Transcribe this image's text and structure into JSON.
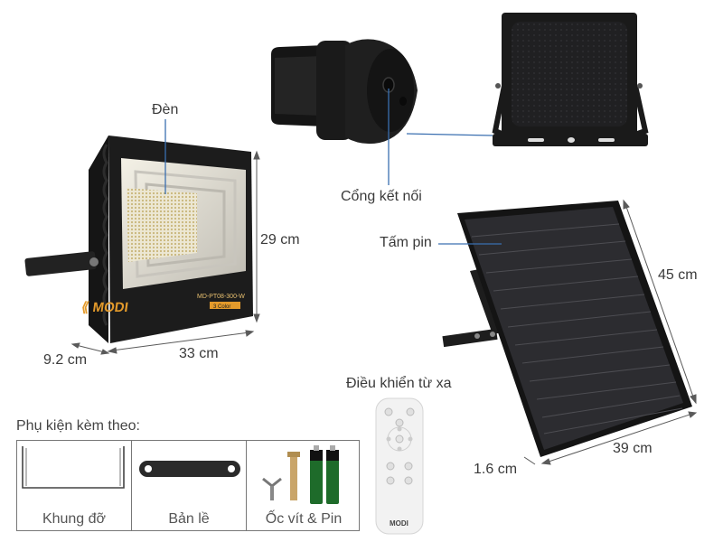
{
  "labels": {
    "den": "Đèn",
    "cong_ket_noi": "Cổng kết nối",
    "tam_pin": "Tấm pin",
    "dieu_khien": "Điều khiển từ xa",
    "phu_kien": "Phụ kiện kèm theo:"
  },
  "dimensions": {
    "light_height": "29 cm",
    "light_width": "33 cm",
    "light_depth": "9.2 cm",
    "panel_height": "45 cm",
    "panel_width": "39 cm",
    "panel_depth": "1.6 cm"
  },
  "light_branding": {
    "brand": "MODI",
    "model": "MD-PT08-300-W",
    "sub": "3 Color"
  },
  "remote_brand": "MODI",
  "accessories": [
    {
      "caption": "Khung đỡ"
    },
    {
      "caption": "Bản lề"
    },
    {
      "caption": "Ốc vít & Pin"
    }
  ],
  "colors": {
    "dimension_line": "#5a5a5a",
    "leader_line": "#3a6fb0",
    "product_black": "#1e1e1e",
    "accent_orange": "#e39a2b"
  },
  "icons": [
    "brand-logo-icon"
  ]
}
